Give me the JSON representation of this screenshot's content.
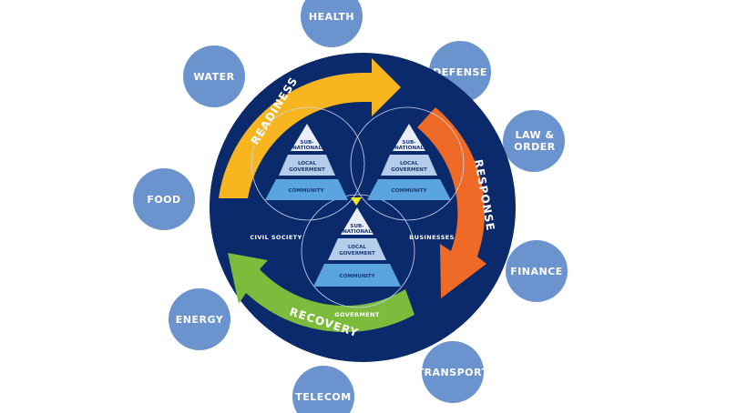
{
  "colors": {
    "background": "#ffffff",
    "main_circle": "#0a2a6b",
    "sector_circle": "#6b93cd",
    "readiness": "#f7b520",
    "response": "#ee6a26",
    "recovery": "#7dbb3c",
    "pyramid_top": "#e9eef7",
    "pyramid_mid": "#b3cdea",
    "pyramid_base": "#5aa5e0",
    "center_marker": "#f5e51b",
    "ring_lines": "#c9d6ee"
  },
  "sectors": [
    {
      "id": "health",
      "label": "HEALTH"
    },
    {
      "id": "defense",
      "label": "DEFENSE"
    },
    {
      "id": "law-order",
      "label": "LAW &",
      "label2": "ORDER"
    },
    {
      "id": "finance",
      "label": "FINANCE"
    },
    {
      "id": "transport",
      "label": "TRANSPORT"
    },
    {
      "id": "telecom",
      "label": "TELECOM"
    },
    {
      "id": "energy",
      "label": "ENERGY"
    },
    {
      "id": "food",
      "label": "FOOD"
    },
    {
      "id": "water",
      "label": "WATER"
    }
  ],
  "cycle": {
    "readiness": "READINESS",
    "response": "RESPONSE",
    "recovery": "RECOVERY"
  },
  "groups": {
    "civil_society": "CIVIL SOCIETY",
    "businesses": "BUSINESSES",
    "government": "GOVERMENT"
  },
  "pyramid": {
    "top_line1": "SUB-",
    "top_line2": "NATIONAL",
    "mid_line1": "LOCAL",
    "mid_line2": "GOVERMENT",
    "base": "COMMUNITY"
  }
}
